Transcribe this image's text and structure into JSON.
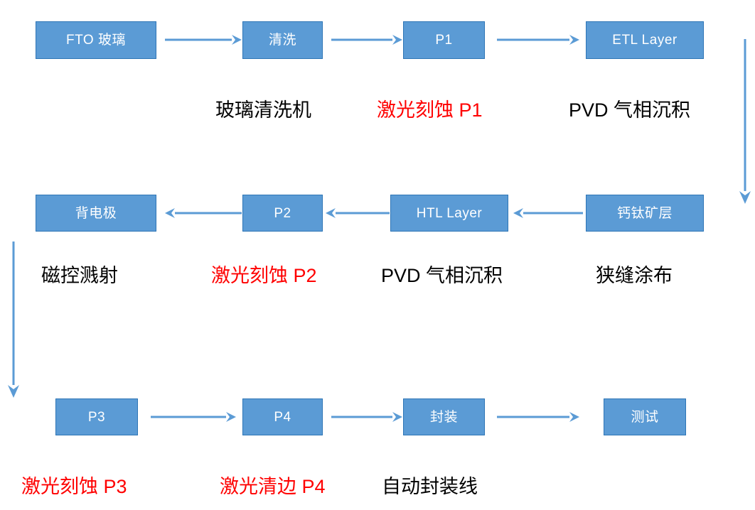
{
  "diagram": {
    "title": "Perovskite solar module production process flow",
    "colors": {
      "node_fill": "#5B9BD5",
      "node_border": "#2E75B6",
      "node_text": "#FFFFFF",
      "arrow": "#5B9BD5",
      "caption_black": "#000000",
      "caption_red": "#FF0000",
      "background": "#FFFFFF"
    },
    "rows": [
      {
        "name": "row-1",
        "direction": "left-to-right",
        "nodes": [
          {
            "id": "fto-glass",
            "label": "FTO 玻璃"
          },
          {
            "id": "cleaning",
            "label": "清洗"
          },
          {
            "id": "p1",
            "label": "P1"
          },
          {
            "id": "etl-layer",
            "label": "ETL Layer"
          }
        ],
        "captions": [
          {
            "id": "caption-glass-cleaner",
            "text": "玻璃清洗机",
            "color": "black"
          },
          {
            "id": "caption-laser-p1",
            "text": "激光刻蚀 P1",
            "color": "red"
          },
          {
            "id": "caption-pvd-1",
            "text": "PVD 气相沉积",
            "color": "black"
          }
        ]
      },
      {
        "name": "row-2",
        "direction": "right-to-left",
        "nodes": [
          {
            "id": "back-electrode",
            "label": "背电极"
          },
          {
            "id": "p2",
            "label": "P2"
          },
          {
            "id": "htl-layer",
            "label": "HTL Layer"
          },
          {
            "id": "perovskite",
            "label": "钙钛矿层"
          }
        ],
        "captions": [
          {
            "id": "caption-sputtering",
            "text": "磁控溅射",
            "color": "black"
          },
          {
            "id": "caption-laser-p2",
            "text": "激光刻蚀 P2",
            "color": "red"
          },
          {
            "id": "caption-pvd-2",
            "text": "PVD 气相沉积",
            "color": "black"
          },
          {
            "id": "caption-slot-die",
            "text": "狭缝涂布",
            "color": "black"
          }
        ]
      },
      {
        "name": "row-3",
        "direction": "left-to-right",
        "nodes": [
          {
            "id": "p3",
            "label": "P3"
          },
          {
            "id": "p4",
            "label": "P4"
          },
          {
            "id": "encapsulation",
            "label": "封装"
          },
          {
            "id": "testing",
            "label": "测试"
          }
        ],
        "captions": [
          {
            "id": "caption-laser-p3",
            "text": "激光刻蚀 P3",
            "color": "red"
          },
          {
            "id": "caption-laser-edge-p4",
            "text": "激光清边 P4",
            "color": "red"
          },
          {
            "id": "caption-auto-line",
            "text": "自动封装线",
            "color": "black"
          }
        ]
      }
    ],
    "connectors": {
      "right_down": {
        "id": "connector-right-down",
        "direction": "down"
      },
      "left_down": {
        "id": "connector-left-down",
        "direction": "down"
      }
    }
  }
}
